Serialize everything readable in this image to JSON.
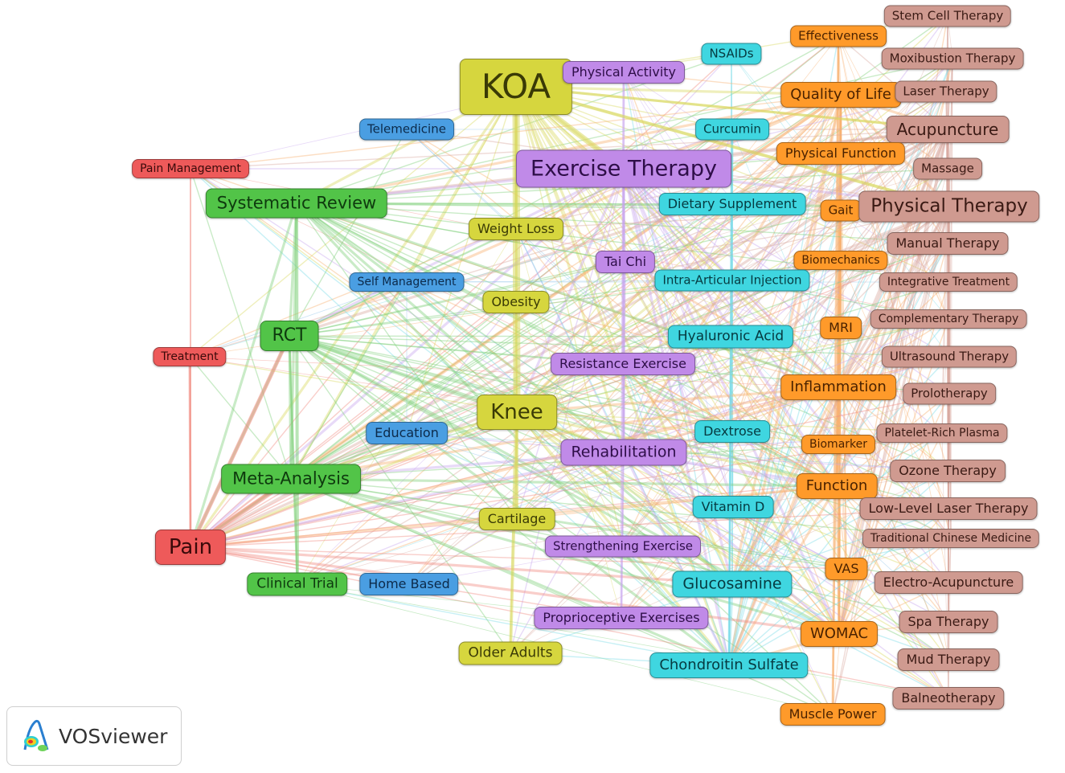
{
  "clusters": {
    "red": {
      "fill": "#ee5a5a",
      "text": "#3a0a0a",
      "line": "#f08a80"
    },
    "green": {
      "fill": "#52c448",
      "text": "#0e3a0e",
      "line": "#7fd07a"
    },
    "blue": {
      "fill": "#4a9ee2",
      "text": "#0c2a4a",
      "line": "#80bde8"
    },
    "yellow": {
      "fill": "#d6d63e",
      "text": "#3a3a06",
      "line": "#d8d860"
    },
    "purple": {
      "fill": "#c08ae8",
      "text": "#2e0e48",
      "line": "#c9a6ee"
    },
    "cyan": {
      "fill": "#3fd6e0",
      "text": "#063a40",
      "line": "#79dbe8"
    },
    "orange": {
      "fill": "#ff9a2a",
      "text": "#4a2200",
      "line": "#f8b070"
    },
    "brown": {
      "fill": "#cf9a90",
      "text": "#3a1a14",
      "line": "#d8aaa0"
    }
  },
  "nodes": [
    {
      "id": "stem-cell-therapy",
      "label": "Stem Cell Therapy",
      "cluster": "brown"
    },
    {
      "id": "effectiveness",
      "label": "Effectiveness",
      "cluster": "orange"
    },
    {
      "id": "nsaids",
      "label": "NSAIDs",
      "cluster": "cyan"
    },
    {
      "id": "moxibustion-therapy",
      "label": "Moxibustion Therapy",
      "cluster": "brown"
    },
    {
      "id": "koa",
      "label": "KOA",
      "cluster": "yellow"
    },
    {
      "id": "physical-activity",
      "label": "Physical Activity",
      "cluster": "purple"
    },
    {
      "id": "quality-of-life",
      "label": "Quality of Life",
      "cluster": "orange"
    },
    {
      "id": "laser-therapy",
      "label": "Laser Therapy",
      "cluster": "brown"
    },
    {
      "id": "telemedicine",
      "label": "Telemedicine",
      "cluster": "blue"
    },
    {
      "id": "curcumin",
      "label": "Curcumin",
      "cluster": "cyan"
    },
    {
      "id": "acupuncture",
      "label": "Acupuncture",
      "cluster": "brown"
    },
    {
      "id": "physical-function",
      "label": "Physical Function",
      "cluster": "orange"
    },
    {
      "id": "pain-management",
      "label": "Pain Management",
      "cluster": "red"
    },
    {
      "id": "exercise-therapy",
      "label": "Exercise Therapy",
      "cluster": "purple"
    },
    {
      "id": "massage",
      "label": "Massage",
      "cluster": "brown"
    },
    {
      "id": "systematic-review",
      "label": "Systematic Review",
      "cluster": "green"
    },
    {
      "id": "dietary-supplement",
      "label": "Dietary Supplement",
      "cluster": "cyan"
    },
    {
      "id": "gait",
      "label": "Gait",
      "cluster": "orange"
    },
    {
      "id": "physical-therapy",
      "label": "Physical Therapy",
      "cluster": "brown"
    },
    {
      "id": "weight-loss",
      "label": "Weight Loss",
      "cluster": "yellow"
    },
    {
      "id": "manual-therapy",
      "label": "Manual Therapy",
      "cluster": "brown"
    },
    {
      "id": "tai-chi",
      "label": "Tai Chi",
      "cluster": "purple"
    },
    {
      "id": "biomechanics",
      "label": "Biomechanics",
      "cluster": "orange"
    },
    {
      "id": "self-management",
      "label": "Self Management",
      "cluster": "blue"
    },
    {
      "id": "intra-articular-injection",
      "label": "Intra-Articular Injection",
      "cluster": "cyan"
    },
    {
      "id": "integrative-treatment",
      "label": "Integrative Treatment",
      "cluster": "brown"
    },
    {
      "id": "obesity",
      "label": "Obesity",
      "cluster": "yellow"
    },
    {
      "id": "rct",
      "label": "RCT",
      "cluster": "green"
    },
    {
      "id": "mri",
      "label": "MRI",
      "cluster": "orange"
    },
    {
      "id": "complementary-therapy",
      "label": "Complementary Therapy",
      "cluster": "brown"
    },
    {
      "id": "hyaluronic-acid",
      "label": "Hyaluronic Acid",
      "cluster": "cyan"
    },
    {
      "id": "treatment",
      "label": "Treatment",
      "cluster": "red"
    },
    {
      "id": "ultrasound-therapy",
      "label": "Ultrasound Therapy",
      "cluster": "brown"
    },
    {
      "id": "resistance-exercise",
      "label": "Resistance Exercise",
      "cluster": "purple"
    },
    {
      "id": "inflammation",
      "label": "Inflammation",
      "cluster": "orange"
    },
    {
      "id": "prolotherapy",
      "label": "Prolotherapy",
      "cluster": "brown"
    },
    {
      "id": "knee",
      "label": "Knee",
      "cluster": "yellow"
    },
    {
      "id": "education",
      "label": "Education",
      "cluster": "blue"
    },
    {
      "id": "dextrose",
      "label": "Dextrose",
      "cluster": "cyan"
    },
    {
      "id": "biomarker",
      "label": "Biomarker",
      "cluster": "orange"
    },
    {
      "id": "platelet-rich-plasma",
      "label": "Platelet-Rich Plasma",
      "cluster": "brown"
    },
    {
      "id": "rehabilitation",
      "label": "Rehabilitation",
      "cluster": "purple"
    },
    {
      "id": "ozone-therapy",
      "label": "Ozone Therapy",
      "cluster": "brown"
    },
    {
      "id": "meta-analysis",
      "label": "Meta-Analysis",
      "cluster": "green"
    },
    {
      "id": "function",
      "label": "Function",
      "cluster": "orange"
    },
    {
      "id": "vitamin-d",
      "label": "Vitamin D",
      "cluster": "cyan"
    },
    {
      "id": "low-level-laser-therapy",
      "label": "Low-Level Laser Therapy",
      "cluster": "brown"
    },
    {
      "id": "cartilage",
      "label": "Cartilage",
      "cluster": "yellow"
    },
    {
      "id": "traditional-chinese-medicine",
      "label": "Traditional Chinese Medicine",
      "cluster": "brown"
    },
    {
      "id": "pain",
      "label": "Pain",
      "cluster": "red"
    },
    {
      "id": "strengthening-exercise",
      "label": "Strengthening Exercise",
      "cluster": "purple"
    },
    {
      "id": "vas",
      "label": "VAS",
      "cluster": "orange"
    },
    {
      "id": "electro-acupuncture",
      "label": "Electro-Acupuncture",
      "cluster": "brown"
    },
    {
      "id": "clinical-trial",
      "label": "Clinical Trial",
      "cluster": "green"
    },
    {
      "id": "home-based",
      "label": "Home Based",
      "cluster": "blue"
    },
    {
      "id": "glucosamine",
      "label": "Glucosamine",
      "cluster": "cyan"
    },
    {
      "id": "proprioceptive-exercises",
      "label": "Proprioceptive Exercises",
      "cluster": "purple"
    },
    {
      "id": "spa-therapy",
      "label": "Spa Therapy",
      "cluster": "brown"
    },
    {
      "id": "womac",
      "label": "WOMAC",
      "cluster": "orange"
    },
    {
      "id": "older-adults",
      "label": "Older Adults",
      "cluster": "yellow"
    },
    {
      "id": "mud-therapy",
      "label": "Mud Therapy",
      "cluster": "brown"
    },
    {
      "id": "chondroitin-sulfate",
      "label": "Chondroitin Sulfate",
      "cluster": "cyan"
    },
    {
      "id": "balneotherapy",
      "label": "Balneotherapy",
      "cluster": "brown"
    },
    {
      "id": "muscle-power",
      "label": "Muscle Power",
      "cluster": "orange"
    }
  ],
  "logo": {
    "text": "VOSviewer",
    "icon": "vosviewer-logo-icon"
  }
}
